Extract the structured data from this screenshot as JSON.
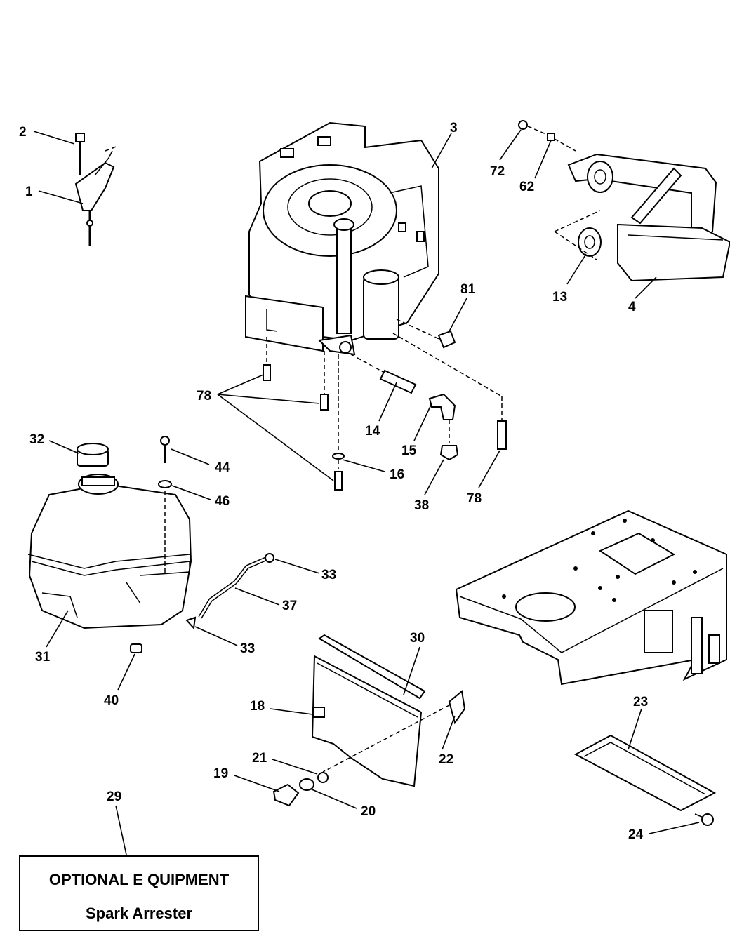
{
  "callouts": {
    "c1": "1",
    "c2": "2",
    "c3": "3",
    "c4": "4",
    "c13": "13",
    "c14": "14",
    "c15": "15",
    "c16": "16",
    "c18": "18",
    "c19": "19",
    "c20": "20",
    "c21": "21",
    "c22": "22",
    "c23": "23",
    "c24": "24",
    "c29": "29",
    "c30": "30",
    "c31": "31",
    "c32": "32",
    "c33a": "33",
    "c33b": "33",
    "c37": "37",
    "c38": "38",
    "c40": "40",
    "c44": "44",
    "c46": "46",
    "c62": "62",
    "c72": "72",
    "c78a": "78",
    "c78b": "78",
    "c81": "81"
  },
  "optional_box": {
    "title": "OPTIONAL E QUIPMENT",
    "subtitle": "Spark Arrester"
  }
}
